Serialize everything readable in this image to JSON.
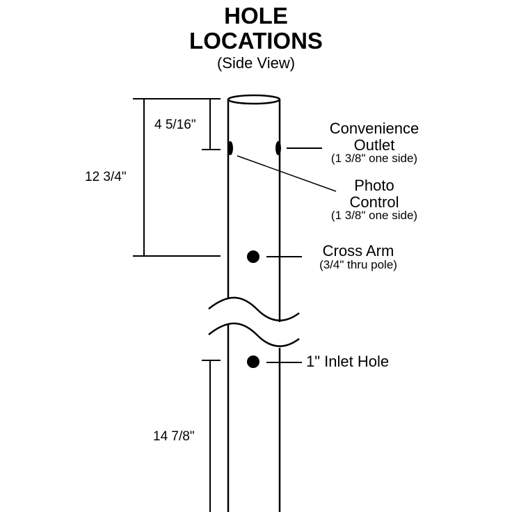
{
  "title_line1": "HOLE",
  "title_line2": "LOCATIONS",
  "subtitle": "(Side View)",
  "dimensions": {
    "top_to_outlet": "4 5/16\"",
    "top_to_cross_arm": "12 3/4\"",
    "inlet_to_bottom": "14 7/8\""
  },
  "callouts": {
    "convenience_line1": "Convenience",
    "convenience_line2": "Outlet",
    "convenience_note": "(1 3/8\" one side)",
    "photo_line1": "Photo",
    "photo_line2": "Control",
    "photo_note": "(1 3/8\" one side)",
    "cross_arm": "Cross Arm",
    "cross_arm_note": "(3/4\" thru pole)",
    "inlet": "1\" Inlet Hole"
  }
}
